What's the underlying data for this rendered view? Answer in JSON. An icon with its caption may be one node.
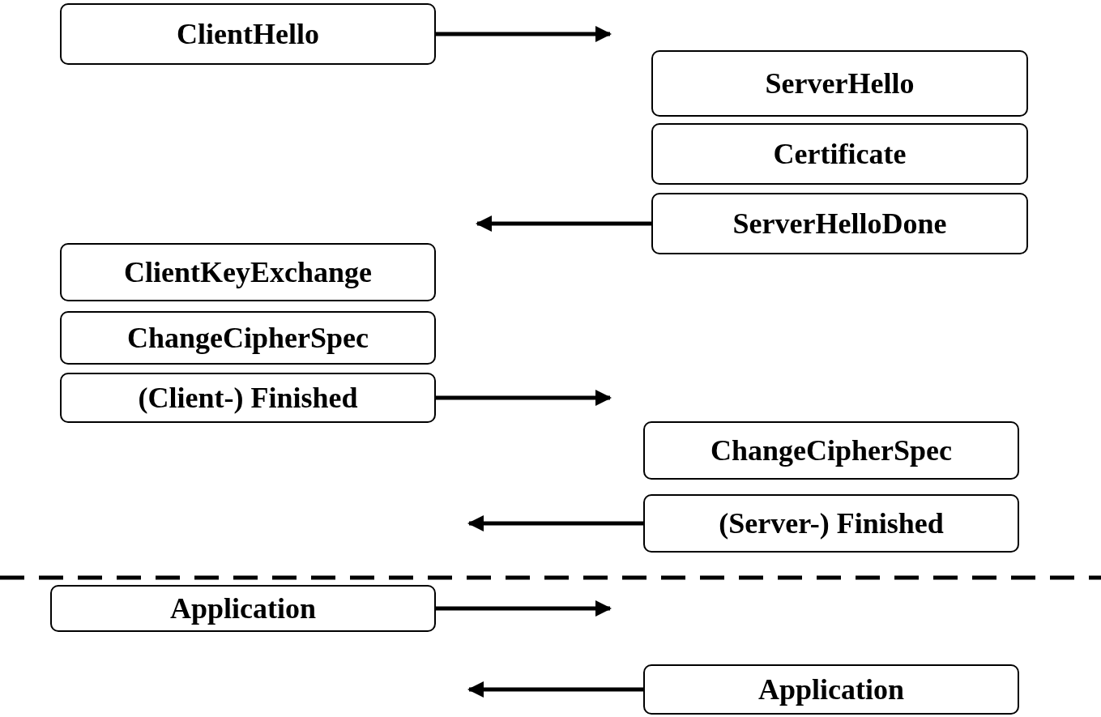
{
  "diagram": {
    "nodes": [
      {
        "text": [
          "ClientHello"
        ]
      },
      {
        "text": [
          "ServerHello"
        ]
      },
      {
        "text": [
          "Certificate"
        ]
      },
      {
        "text": [
          "ServerHelloDone"
        ]
      },
      {
        "text": [
          "ClientKeyExchange"
        ]
      },
      {
        "text": [
          "ChangeCipherSpec"
        ]
      },
      {
        "text": [
          "(Client-) Finished"
        ]
      },
      {
        "text": [
          "ChangeCipherSpec"
        ]
      },
      {
        "text": [
          "(Server-) Finished"
        ]
      },
      {
        "text": [
          "Application"
        ]
      },
      {
        "text": [
          "Application"
        ]
      }
    ],
    "edges": [
      {
        "from": 0,
        "to": null,
        "arrow": "to"
      },
      {
        "from": 3,
        "to": null,
        "arrow": "to"
      },
      {
        "from": 6,
        "to": null,
        "arrow": "to"
      },
      {
        "from": 8,
        "to": null,
        "arrow": "to"
      },
      {
        "from": 9,
        "to": null,
        "arrow": "to"
      },
      {
        "from": 10,
        "to": null,
        "arrow": "to"
      }
    ]
  }
}
